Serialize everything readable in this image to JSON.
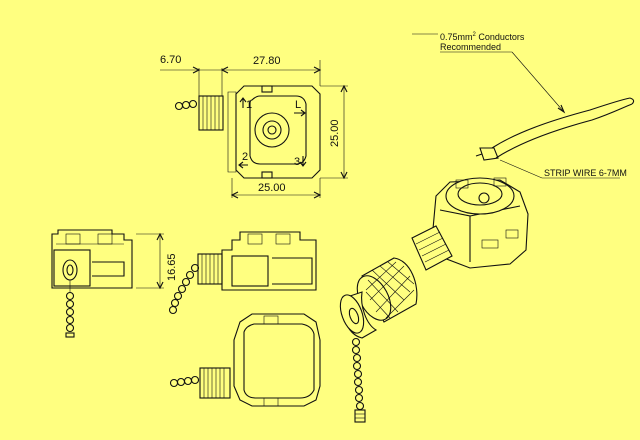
{
  "colors": {
    "background": "#FFFF80",
    "ink": "#111111"
  },
  "dimensions": {
    "d1": "6.70",
    "d2": "27.80",
    "d3": "25.00",
    "d4": "25.00",
    "d5": "16.65"
  },
  "terminal_marks": {
    "t1": "1",
    "tL": "L",
    "t2": "2",
    "t3": "3"
  },
  "notes": {
    "conductor_line1": "0.75mm",
    "conductor_sup": "2",
    "conductor_line1_rest": " Conductors",
    "conductor_line2": "Recommended",
    "strip_wire": "STRIP WIRE 6-7MM"
  }
}
